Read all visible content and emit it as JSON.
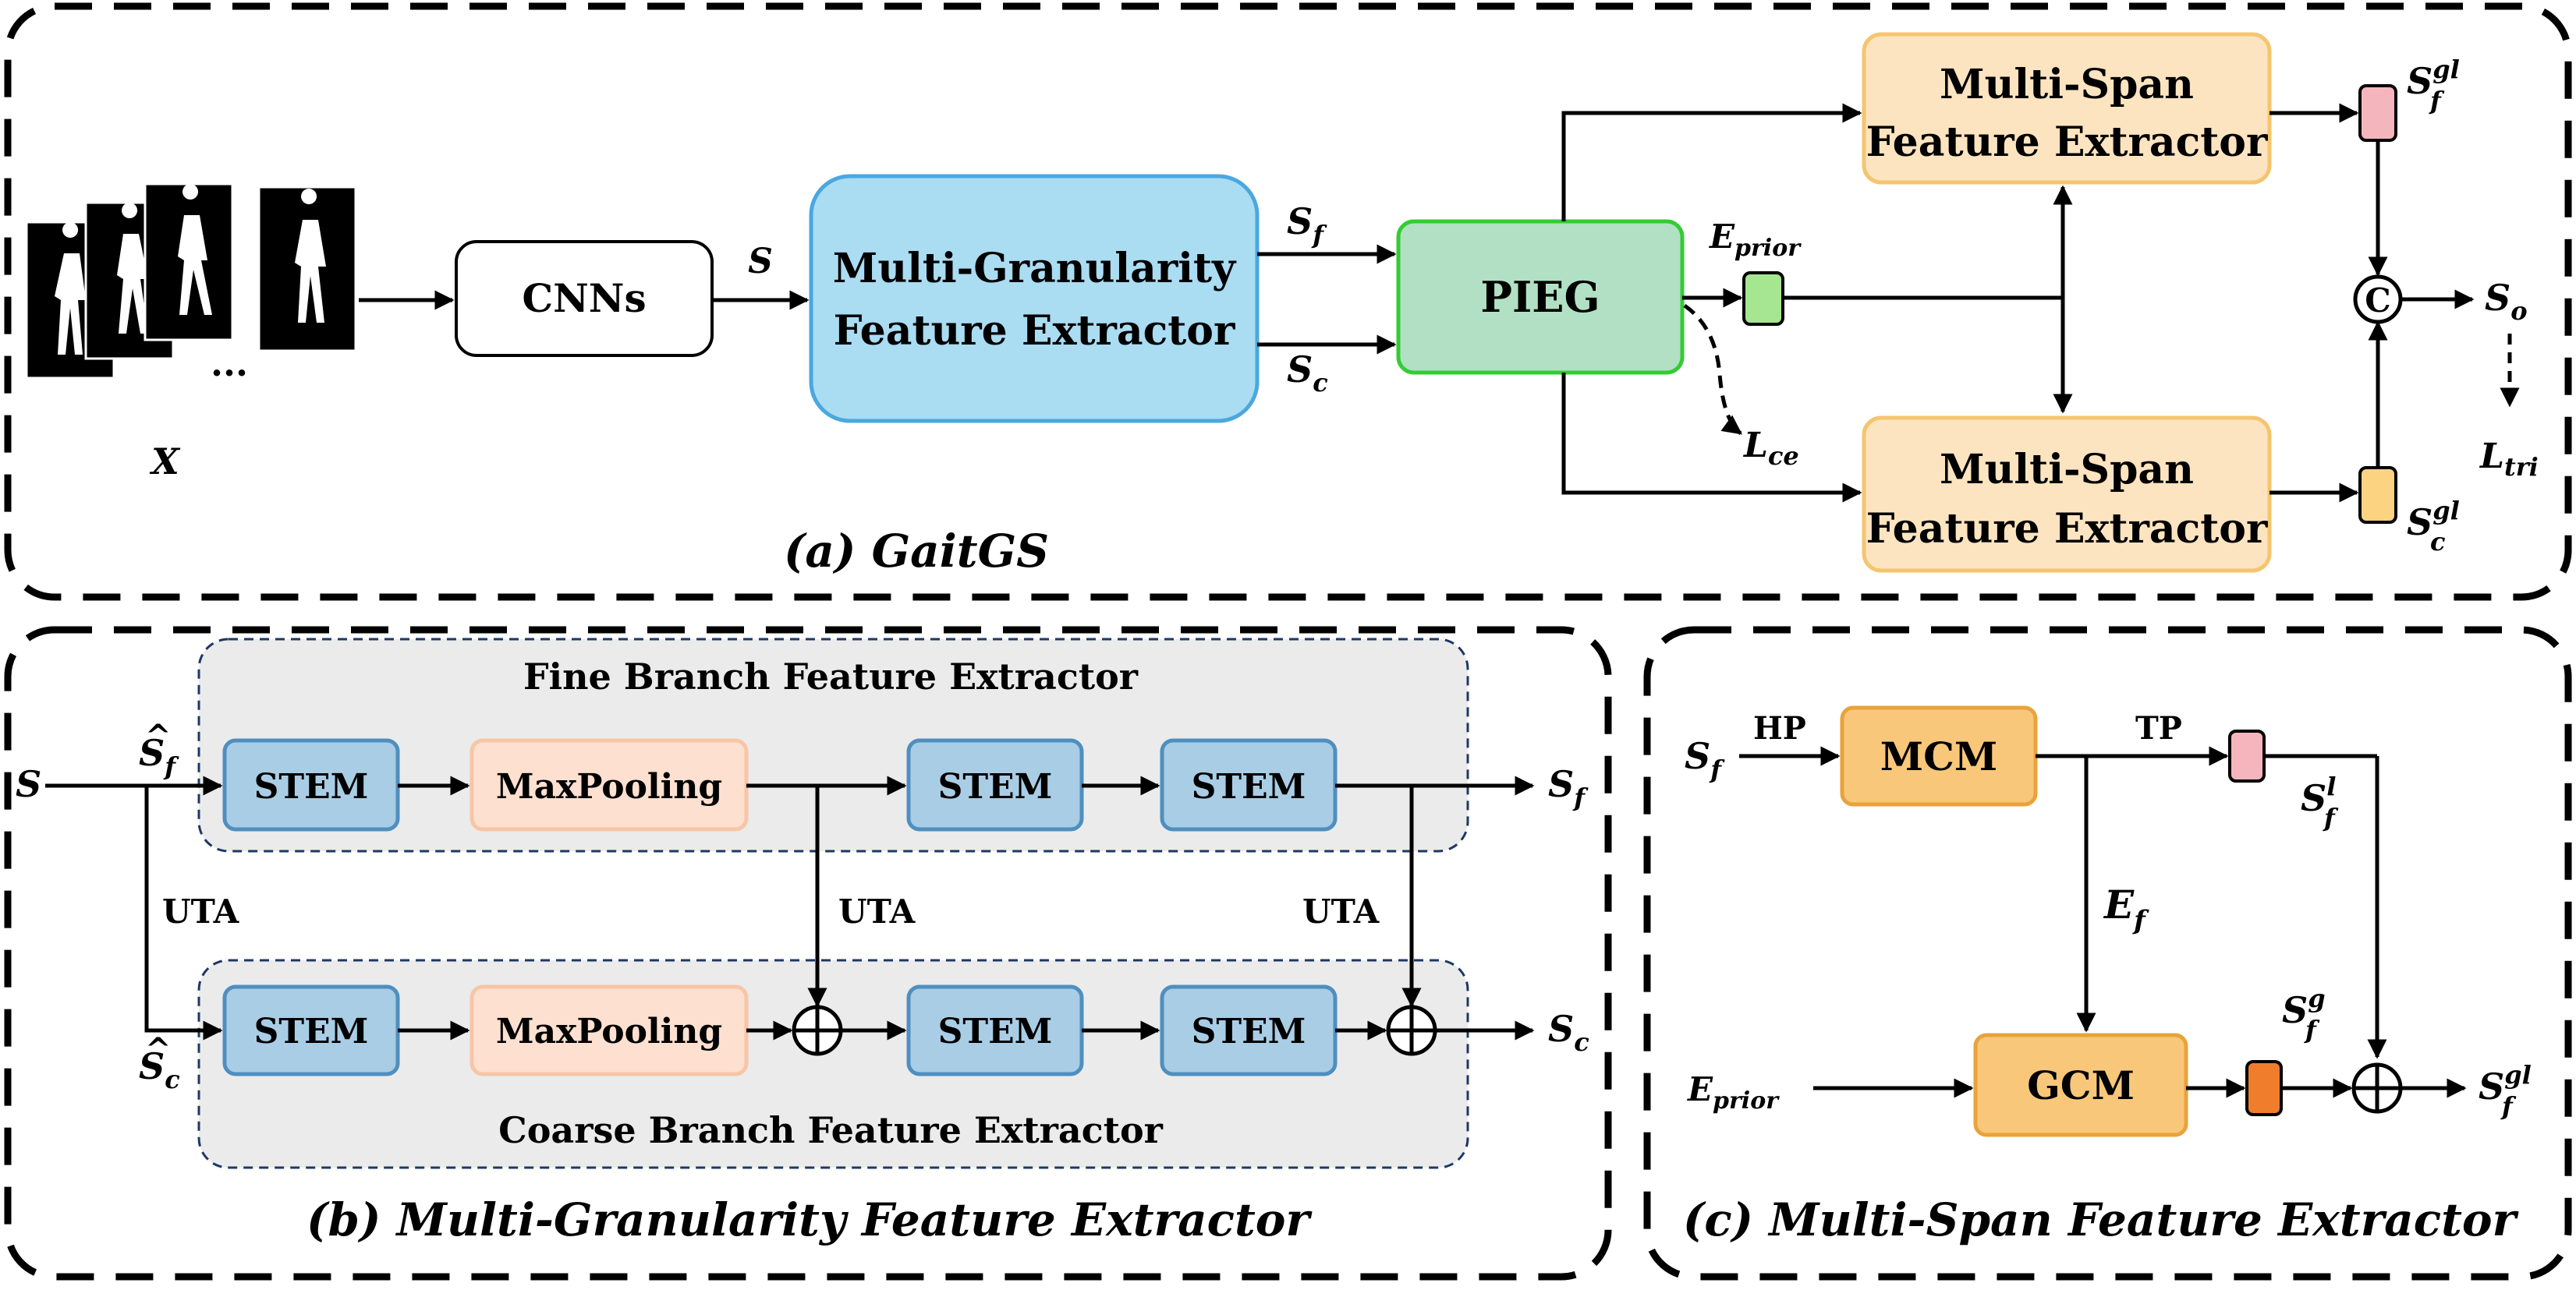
{
  "panel_a": {
    "caption": "(a) GaitGS",
    "input_label": "X",
    "ellipsis": "...",
    "cnn_label": "CNNs",
    "s_label": "S",
    "mgfe_line1": "Multi-Granularity",
    "mgfe_line2": "Feature Extractor",
    "sf_label": "S",
    "sf_sub": "f",
    "sc_label": "S",
    "sc_sub": "c",
    "pieg_label": "PIEG",
    "eprior_label": "E",
    "eprior_sub": "prior",
    "lce_label": "L",
    "lce_sub": "ce",
    "msfe_top_line1": "Multi-Span",
    "msfe_top_line2": "Feature Extractor",
    "msfe_bot_line1": "Multi-Span",
    "msfe_bot_line2": "Feature Extractor",
    "sfgl_label": "S",
    "sfgl_sub": "f",
    "sfgl_sup": "gl",
    "scgl_label": "S",
    "scgl_sub": "c",
    "scgl_sup": "gl",
    "concat_symbol": "C",
    "so_label": "S",
    "so_sub": "o",
    "ltri_label": "L",
    "ltri_sub": "tri"
  },
  "panel_b": {
    "caption": "(b) Multi-Granularity Feature Extractor",
    "fine_title": "Fine Branch Feature Extractor",
    "coarse_title": "Coarse Branch Feature Extractor",
    "input_label": "S",
    "sf_hat": "S",
    "sf_hat_sub": "f",
    "sc_hat": "S",
    "sc_hat_sub": "c",
    "hat_mark": "^",
    "stem": "STEM",
    "maxpool": "MaxPooling",
    "uta": "UTA",
    "out_sf": "S",
    "out_sf_sub": "f",
    "out_sc": "S",
    "out_sc_sub": "c"
  },
  "panel_c": {
    "caption": "(c) Multi-Span Feature Extractor",
    "input_label": "S",
    "input_sub": "f",
    "hp": "HP",
    "mcm": "MCM",
    "tp": "TP",
    "sfl_label": "S",
    "sfl_sub": "f",
    "sfl_sup": "l",
    "ef_label": "E",
    "ef_sub": "f",
    "eprior_label": "E",
    "eprior_sub": "prior",
    "gcm": "GCM",
    "sfg_label": "S",
    "sfg_sub": "f",
    "sfg_sup": "g",
    "out_label": "S",
    "out_sub": "f",
    "out_sup": "gl"
  },
  "colors": {
    "mgfe_fill": "#aadcf2",
    "mgfe_stroke": "#4aa8de",
    "pieg_fill": "#b2e0c4",
    "pieg_stroke": "#33cc33",
    "msfe_fill": "#fde4c0",
    "msfe_stroke": "#f5c56e",
    "stem_fill": "#a9cde5",
    "stem_stroke": "#4f8fbf",
    "maxpool_fill": "#fde0cf",
    "maxpool_stroke": "#f7c6a6",
    "branch_fill": "#ebebeb",
    "branch_stroke": "#1f3864",
    "mcm_fill": "#f8c77a",
    "mcm_stroke": "#e8a33a",
    "pink_token": "#f4b6bc",
    "yellow_token": "#fbd381",
    "green_token": "#a6e690",
    "orange_token": "#ef7d2c"
  }
}
